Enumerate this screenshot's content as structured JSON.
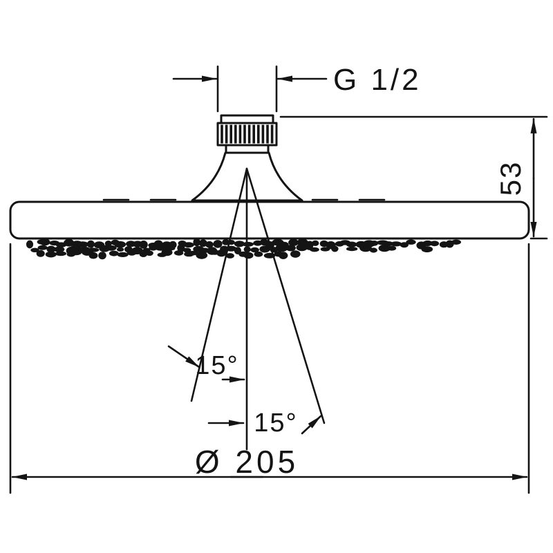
{
  "drawing": {
    "background": "#ffffff",
    "line_color": "#141414",
    "labels": {
      "thread_size": "G 1/2",
      "height": "53",
      "angle_left": "15°",
      "angle_right": "15°",
      "diameter": "Ø 205"
    }
  }
}
